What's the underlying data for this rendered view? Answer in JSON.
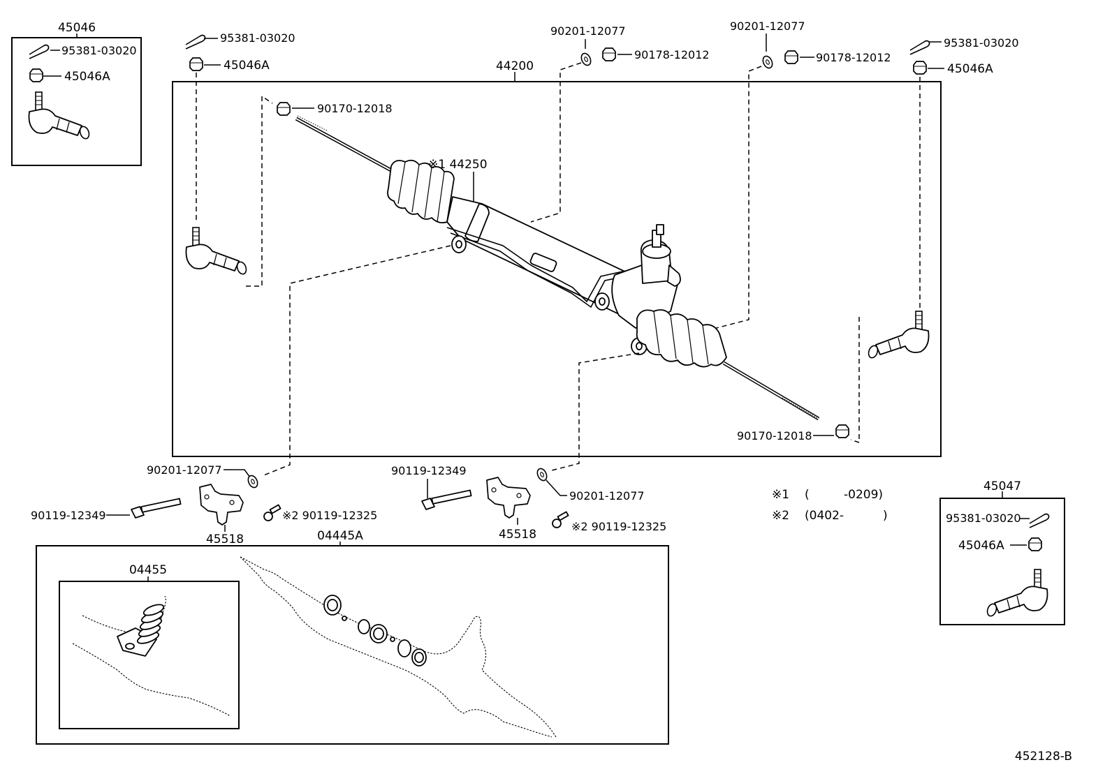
{
  "diagram_id": "452128-B",
  "groups": {
    "tie_end_lh": "45046",
    "tie_end_rh": "45047",
    "gear_assy": "44200",
    "gear_housing": "04445A",
    "inner_kit": "04455"
  },
  "parts": {
    "cotter_pin": "95381-03020",
    "nut_45046a": "45046A",
    "rack_boot_note": "※1 44250",
    "nut_90170": "90170-12018",
    "washer_90201": "90201-12077",
    "nut_90178": "90178-12012",
    "bolt_90119_12349": "90119-12349",
    "bolt_90119_12325": "※2 90119-12325",
    "bracket_45518": "45518"
  },
  "notes": {
    "n1_mark": "※1",
    "n1_open": "(",
    "n1_range": "-0209)",
    "n2_mark": "※2",
    "n2_range": "(0402-",
    "n2_close": ")"
  }
}
